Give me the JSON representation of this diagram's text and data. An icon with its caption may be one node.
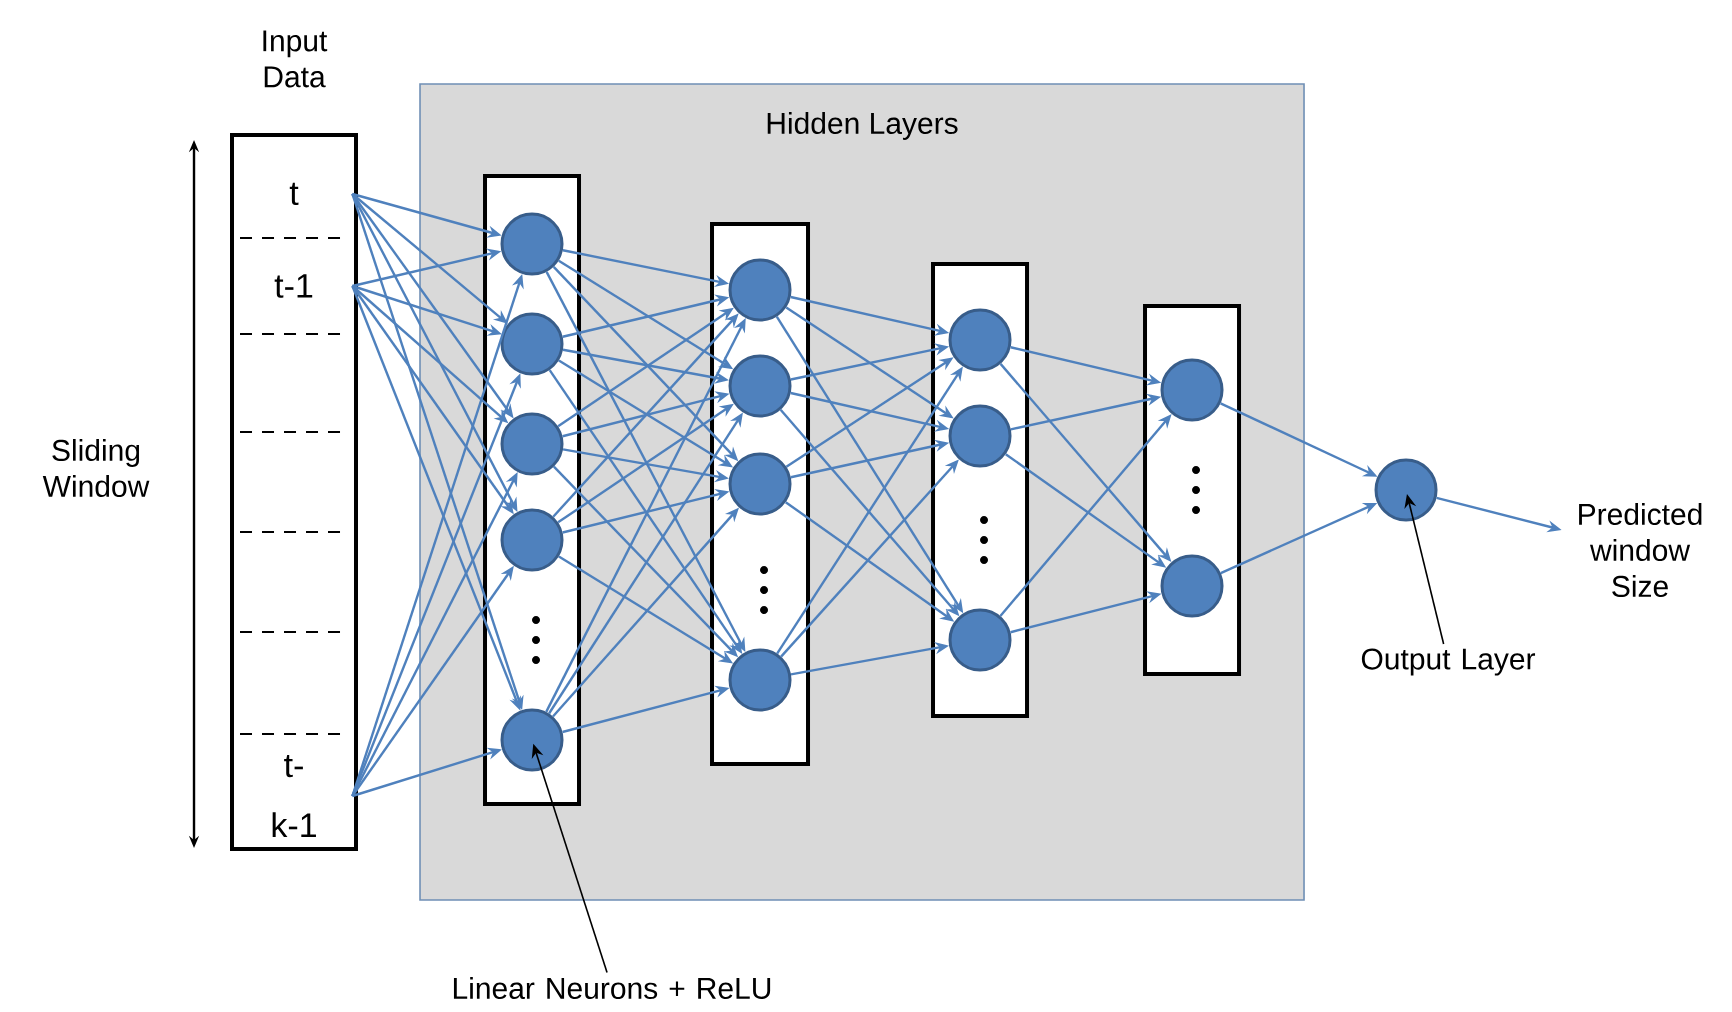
{
  "diagram": {
    "nodes": [
      {
        "text": [
          "Input Data"
        ]
      },
      {
        "text": [
          "t"
        ],
        "in": 0
      },
      {
        "text": [
          "t-1"
        ],
        "in": 0
      },
      {
        "text": [
          "t- k-1"
        ],
        "in": 0
      },
      {
        "text": [
          "Hidden Layers"
        ]
      },
      {
        "text": [],
        "shape": "box",
        "in": 4
      },
      {
        "text": [],
        "shape": "circle",
        "in": 5
      },
      {
        "text": [],
        "shape": "circle",
        "in": 5
      },
      {
        "text": [],
        "shape": "circle",
        "in": 5
      },
      {
        "text": [],
        "shape": "circle",
        "in": 5
      },
      {
        "text": [],
        "shape": "circle",
        "in": 5
      },
      {
        "text": [],
        "shape": "box",
        "in": 4
      },
      {
        "text": [],
        "shape": "circle",
        "in": 11
      },
      {
        "text": [],
        "shape": "circle",
        "in": 11
      },
      {
        "text": [],
        "shape": "circle",
        "in": 11
      },
      {
        "text": [],
        "shape": "circle",
        "in": 11
      },
      {
        "text": [],
        "shape": "box",
        "in": 4
      },
      {
        "text": [],
        "shape": "circle",
        "in": 16
      },
      {
        "text": [],
        "shape": "circle",
        "in": 16
      },
      {
        "text": [],
        "shape": "circle",
        "in": 16
      },
      {
        "text": [],
        "shape": "box",
        "in": 4
      },
      {
        "text": [],
        "shape": "circle",
        "in": 20
      },
      {
        "text": [],
        "shape": "circle",
        "in": 20
      },
      {
        "text": [],
        "shape": "circle"
      },
      {
        "text": [
          "Output Layer"
        ]
      },
      {
        "text": [
          "Predicted window Size"
        ]
      },
      {
        "text": [
          "Linear Neurons + ReLU"
        ]
      }
    ],
    "edges": [
      {
        "from": 1,
        "to": 6,
        "arrow": "to"
      },
      {
        "from": 1,
        "to": 7,
        "arrow": "to"
      },
      {
        "from": 1,
        "to": 8,
        "arrow": "to"
      },
      {
        "from": 1,
        "to": 9,
        "arrow": "to"
      },
      {
        "from": 1,
        "to": 10,
        "arrow": "to"
      },
      {
        "from": 2,
        "to": 6,
        "arrow": "to"
      },
      {
        "from": 2,
        "to": 7,
        "arrow": "to"
      },
      {
        "from": 2,
        "to": 8,
        "arrow": "to"
      },
      {
        "from": 2,
        "to": 9,
        "arrow": "to"
      },
      {
        "from": 2,
        "to": 10,
        "arrow": "to"
      },
      {
        "from": 3,
        "to": 6,
        "arrow": "to"
      },
      {
        "from": 3,
        "to": 7,
        "arrow": "to"
      },
      {
        "from": 3,
        "to": 8,
        "arrow": "to"
      },
      {
        "from": 3,
        "to": 9,
        "arrow": "to"
      },
      {
        "from": 3,
        "to": 10,
        "arrow": "to"
      },
      {
        "from": 6,
        "to": 12,
        "arrow": "to"
      },
      {
        "from": 6,
        "to": 13,
        "arrow": "to"
      },
      {
        "from": 6,
        "to": 14,
        "arrow": "to"
      },
      {
        "from": 6,
        "to": 15,
        "arrow": "to"
      },
      {
        "from": 7,
        "to": 12,
        "arrow": "to"
      },
      {
        "from": 7,
        "to": 13,
        "arrow": "to"
      },
      {
        "from": 7,
        "to": 14,
        "arrow": "to"
      },
      {
        "from": 7,
        "to": 15,
        "arrow": "to"
      },
      {
        "from": 8,
        "to": 12,
        "arrow": "to"
      },
      {
        "from": 8,
        "to": 13,
        "arrow": "to"
      },
      {
        "from": 8,
        "to": 14,
        "arrow": "to"
      },
      {
        "from": 8,
        "to": 15,
        "arrow": "to"
      },
      {
        "from": 9,
        "to": 12,
        "arrow": "to"
      },
      {
        "from": 9,
        "to": 13,
        "arrow": "to"
      },
      {
        "from": 9,
        "to": 14,
        "arrow": "to"
      },
      {
        "from": 9,
        "to": 15,
        "arrow": "to"
      },
      {
        "from": 10,
        "to": 12,
        "arrow": "to"
      },
      {
        "from": 10,
        "to": 13,
        "arrow": "to"
      },
      {
        "from": 10,
        "to": 14,
        "arrow": "to"
      },
      {
        "from": 10,
        "to": 15,
        "arrow": "to"
      },
      {
        "from": 12,
        "to": 17,
        "arrow": "to"
      },
      {
        "from": 12,
        "to": 18,
        "arrow": "to"
      },
      {
        "from": 12,
        "to": 19,
        "arrow": "to"
      },
      {
        "from": 13,
        "to": 17,
        "arrow": "to"
      },
      {
        "from": 13,
        "to": 18,
        "arrow": "to"
      },
      {
        "from": 13,
        "to": 19,
        "arrow": "to"
      },
      {
        "from": 14,
        "to": 17,
        "arrow": "to"
      },
      {
        "from": 14,
        "to": 18,
        "arrow": "to"
      },
      {
        "from": 14,
        "to": 19,
        "arrow": "to"
      },
      {
        "from": 15,
        "to": 17,
        "arrow": "to"
      },
      {
        "from": 15,
        "to": 18,
        "arrow": "to"
      },
      {
        "from": 15,
        "to": 19,
        "arrow": "to"
      },
      {
        "from": 17,
        "to": 21,
        "arrow": "to"
      },
      {
        "from": 17,
        "to": 22,
        "arrow": "to"
      },
      {
        "from": 18,
        "to": 21,
        "arrow": "to"
      },
      {
        "from": 18,
        "to": 22,
        "arrow": "to"
      },
      {
        "from": 19,
        "to": 21,
        "arrow": "to"
      },
      {
        "from": 19,
        "to": 22,
        "arrow": "to"
      },
      {
        "from": 21,
        "to": 23,
        "arrow": "to"
      },
      {
        "from": 22,
        "to": 23,
        "arrow": "to"
      },
      {
        "from": 23,
        "to": 25,
        "arrow": "to"
      },
      {
        "from": 24,
        "to": 23,
        "arrow": "to",
        "color": "#000000"
      },
      {
        "from": 26,
        "to": 10,
        "arrow": "to",
        "color": "#000000"
      }
    ],
    "labels": [
      "Sliding Window"
    ]
  }
}
